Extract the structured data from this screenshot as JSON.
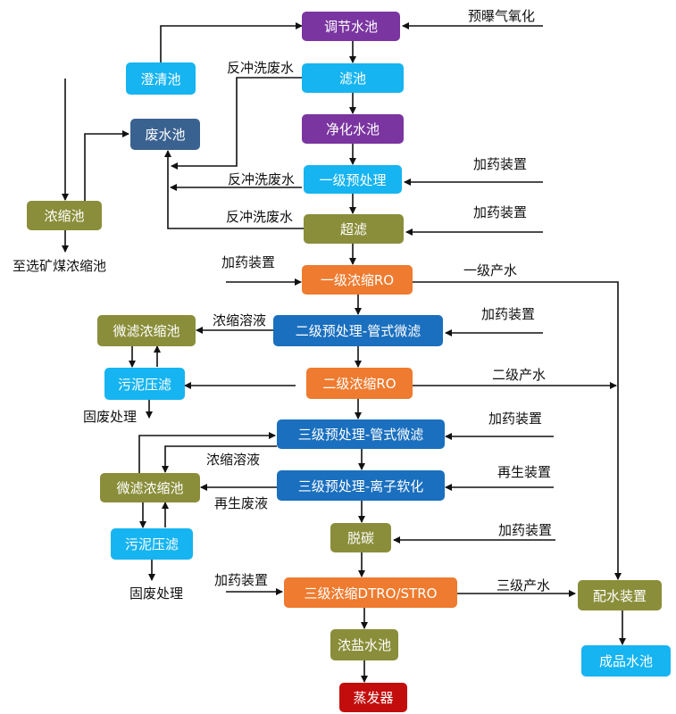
{
  "colors": {
    "purple": "#7A35A0",
    "cyan": "#16B4F0",
    "olive": "#8A8E3A",
    "orange": "#EE7B2F",
    "blue": "#1A6FBE",
    "navy": "#3A6290",
    "red": "#C30D0D",
    "line": "#111111"
  },
  "nodes": {
    "tiaojie": "调节水池",
    "lvchi": "滤池",
    "jinghua": "净化水池",
    "yiji_yuchuli": "一级预处理",
    "chaolv": "超滤",
    "yiji_ro": "一级浓缩RO",
    "erji_yuchuli": "二级预处理-管式微滤",
    "erji_ro": "二级浓缩RO",
    "sanji_yuchuli_gs": "三级预处理-管式微滤",
    "sanji_yuchuli_lz": "三级预处理-离子软化",
    "tuotan": "脱碳",
    "sanji_ro": "三级浓缩DTRO/STRO",
    "nongyan": "浓盐水池",
    "zhengfa": "蒸发器",
    "chengqing": "澄清池",
    "feishui": "废水池",
    "nongsuo": "浓缩池",
    "weilv1": "微滤浓缩池",
    "wuni1": "污泥压滤",
    "weilv2": "微滤浓缩池",
    "wuni2": "污泥压滤",
    "peishui": "配水装置",
    "chengpin": "成品水池"
  },
  "labels": {
    "yubao": "预曝气氧化",
    "fanchong1": "反冲洗废水",
    "fanchong2": "反冲洗废水",
    "fanchong3": "反冲洗废水",
    "jiayao1": "加药装置",
    "jiayao2": "加药装置",
    "jiayao3": "加药装置",
    "jiayao4": "加药装置",
    "jiayao5": "加药装置",
    "jiayao6": "加药装置",
    "jiayao7": "加药装置",
    "zhixuan": "至选矿煤浓缩池",
    "yiji_chanshui": "一级产水",
    "erji_chanshui": "二级产水",
    "sanji_chanshui": "三级产水",
    "nongsuo_rongye1": "浓缩溶液",
    "nongsuo_rongye2": "浓缩溶液",
    "zaisheng_zhuangzhi": "再生装置",
    "zaisheng_feiye": "再生废液",
    "gufei1": "固废处理",
    "gufei2": "固废处理"
  }
}
